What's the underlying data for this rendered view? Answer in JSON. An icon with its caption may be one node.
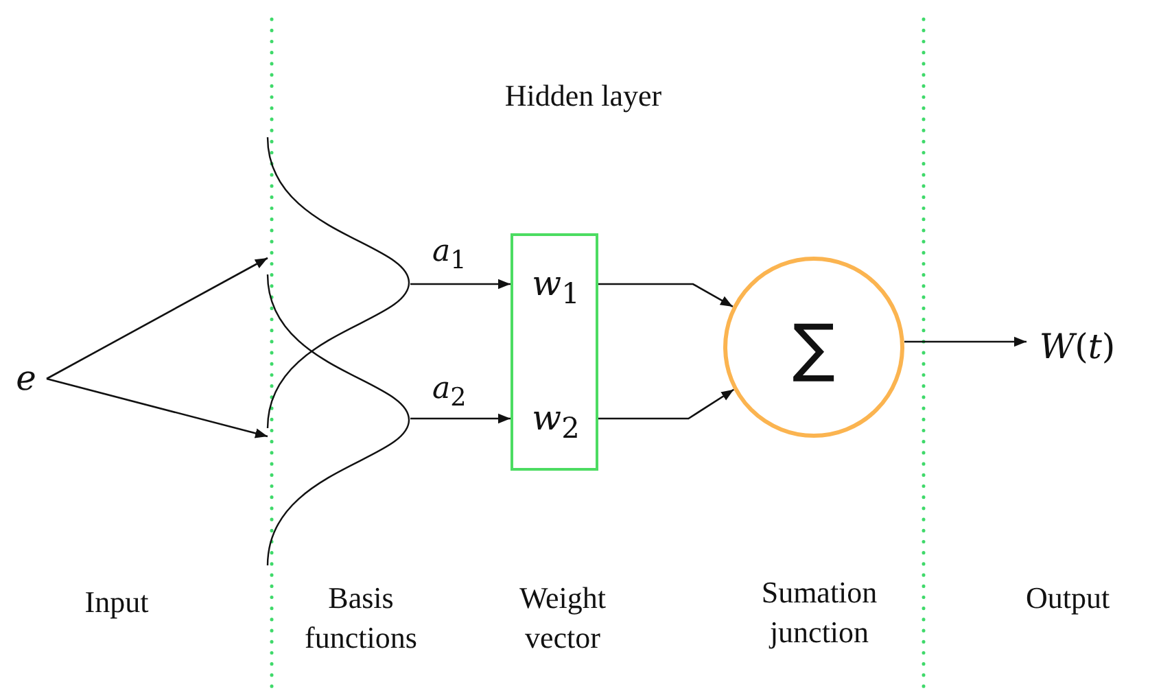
{
  "diagram": {
    "nodes": [
      {
        "text": [
          "e"
        ]
      },
      {
        "text": [],
        "shape": "curve"
      },
      {
        "text": [],
        "shape": "curve"
      },
      {
        "text": [],
        "shape": "box"
      },
      {
        "text": [
          "*w*$_{1}$"
        ],
        "in": 3
      },
      {
        "text": [
          "*w*$_{2}$"
        ],
        "in": 3
      },
      {
        "text": [
          "∑"
        ]
      },
      {
        "text": [
          "*W*(*t*)"
        ]
      }
    ],
    "edges": [
      {
        "from": 0,
        "to": 1,
        "arrow": "to"
      },
      {
        "from": 0,
        "to": 2,
        "arrow": "to"
      },
      {
        "from": 1,
        "to": 4,
        "arrow": "to",
        "label": "*a*$_{1}$"
      },
      {
        "from": 2,
        "to": 5,
        "arrow": "to",
        "label": "*a*$_{2}$"
      },
      {
        "from": 4,
        "to": 6,
        "arrow": "to"
      },
      {
        "from": 5,
        "to": 6,
        "arrow": "to"
      },
      {
        "from": 6,
        "to": 7,
        "arrow": "to"
      }
    ],
    "labels": [
      "Hidden layer",
      "Input",
      "Basis functions",
      "Weight vector",
      "Sumation junction",
      "Output"
    ]
  }
}
